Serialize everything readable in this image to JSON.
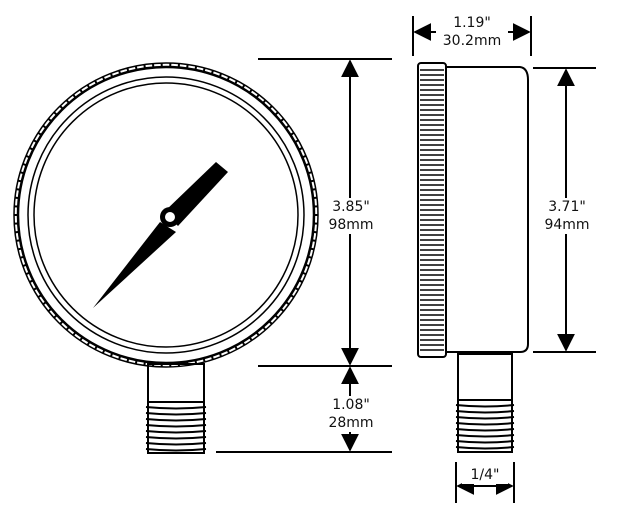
{
  "colors": {
    "ink": "#000000",
    "paper": "#ffffff"
  },
  "dimensions": {
    "depth": {
      "inches": "1.19\"",
      "mm": "30.2mm"
    },
    "dial_diameter": {
      "inches": "3.85\"",
      "mm": "98mm"
    },
    "case_height": {
      "inches": "3.71\"",
      "mm": "94mm"
    },
    "stem_length": {
      "inches": "1.08\"",
      "mm": "28mm"
    },
    "thread_size": {
      "inches": "1/4\""
    }
  }
}
